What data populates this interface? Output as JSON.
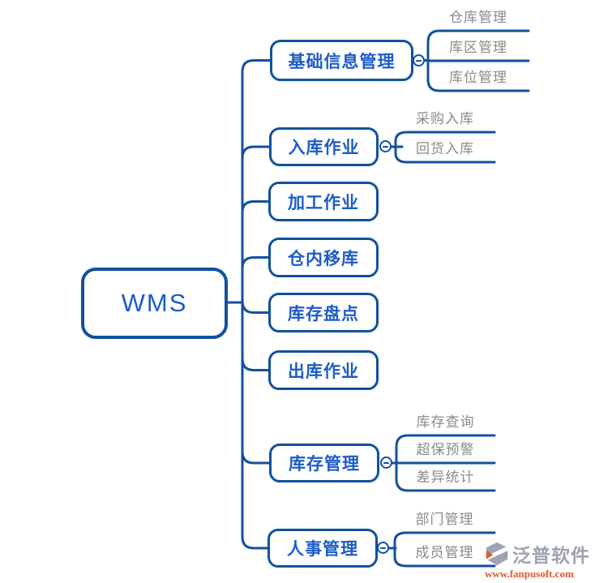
{
  "root": {
    "label": "WMS"
  },
  "toggle": {
    "icon": "minus-icon",
    "symbol": "−"
  },
  "colors": {
    "line": "#11519E",
    "node_text": "#1D5CC7",
    "child_text": "#8A8A8A",
    "logo_gray": "#9EA2B2",
    "logo_orange": "#DC5B2E"
  },
  "branches": [
    {
      "label": "基础信息管理",
      "children": [
        "仓库管理",
        "库区管理",
        "库位管理"
      ]
    },
    {
      "label": "入库作业",
      "children": [
        "采购入库",
        "回货入库"
      ]
    },
    {
      "label": "加工作业",
      "children": []
    },
    {
      "label": "仓内移库",
      "children": []
    },
    {
      "label": "库存盘点",
      "children": []
    },
    {
      "label": "出库作业",
      "children": []
    },
    {
      "label": "库存管理",
      "children": [
        "库存查询",
        "超保预警",
        "差异统计"
      ]
    },
    {
      "label": "人事管理",
      "children": [
        "部门管理",
        "成员管理"
      ]
    }
  ],
  "watermark": {
    "brand": "泛普软件",
    "url": "www.fanpusoft.com"
  }
}
